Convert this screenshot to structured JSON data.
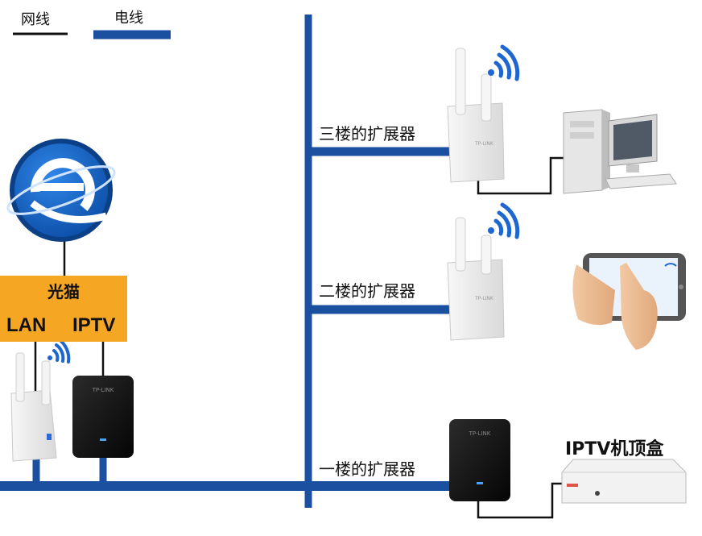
{
  "legend": {
    "network_line_label": "网线",
    "power_line_label": "电线"
  },
  "modem": {
    "title": "光猫",
    "port_lan": "LAN",
    "port_iptv": "IPTV"
  },
  "floors": {
    "third": "三楼的扩展器",
    "second": "二楼的扩展器",
    "first": "一楼的扩展器"
  },
  "devices": {
    "settop_box": "IPTV机顶盒",
    "adapter_brand": "TP-LINK"
  },
  "colors": {
    "power_line": "#1b4fa0",
    "network_line": "#111111",
    "modem_box": "#f5a623",
    "internet_globe": "#1666c8",
    "wifi_signal": "#1e66d0"
  }
}
